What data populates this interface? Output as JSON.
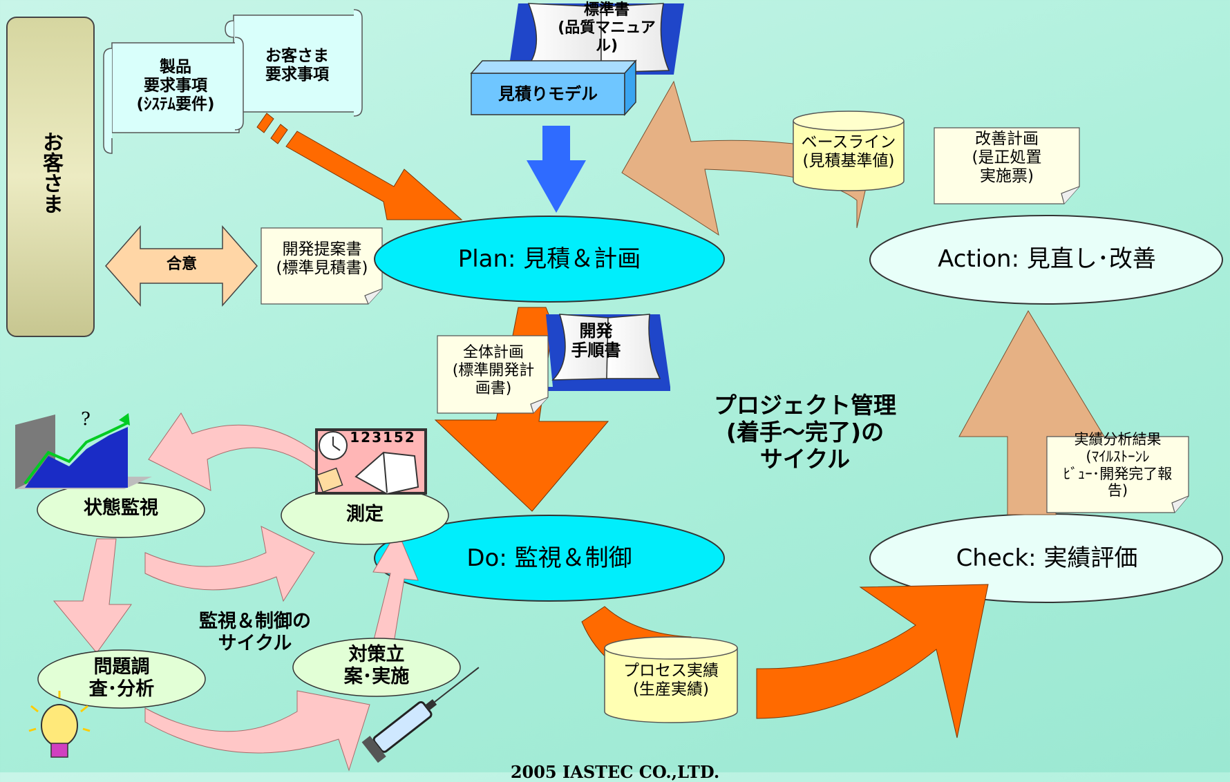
{
  "customer_label": "お客さま",
  "doc_product_req": "製品\n要求事項\n(ｼｽﾃﾑ要件)",
  "doc_customer_req": "お客さま\n要求事項",
  "agreement_label": "合意",
  "proposal_note": "開発提案書\n(標準見積書)",
  "standards_book": "標準書\n(品質マニュア\nル)",
  "estimation_model": "見積りモデル",
  "dev_procedure_book": "開発\n手順書",
  "overall_plan_note": "全体計画\n(標準開発計\n画書)",
  "baseline_db": "ベースライン\n(見積基準値)",
  "improvement_plan_note": "改善計画\n(是正処置\n実施票)",
  "plan_label": "Plan: 見積＆計画",
  "action_label": "Action: 見直し･改善",
  "do_label": "Do: 監視＆制御",
  "check_label": "Check: 実績評価",
  "project_cycle_label": "プロジェクト管理\n(着手～完了)の\nサイクル",
  "results_analysis_note": "実績分析結果\n(ﾏｲﾙｽﾄｰﾝﾚ\nﾋﾞｭｰ･開発完了報\n告)",
  "process_results_db": "プロセス実績\n(生産実績)",
  "status_monitoring": "状態監視",
  "measurement": "測定",
  "investigation": "問題調\n査･分析",
  "countermeasure": "対策立\n案･実施",
  "monitor_cycle_label": "監視＆制御の\nサイクル",
  "chart_question_mark": "?",
  "clock_numbers": "123152",
  "footer_text": "2005 IASTEC CO.,LTD.",
  "colors": {
    "orange_arrow": "#ff6a00",
    "tan_arrow": "#e6b184",
    "cyan_ellipse": "#00eefc",
    "pink_arrow": "#ffc7c7",
    "db_yellow": "#ffffb3",
    "blue_arrow": "#2f6bff",
    "scroll_fill": "#d9fffb"
  }
}
